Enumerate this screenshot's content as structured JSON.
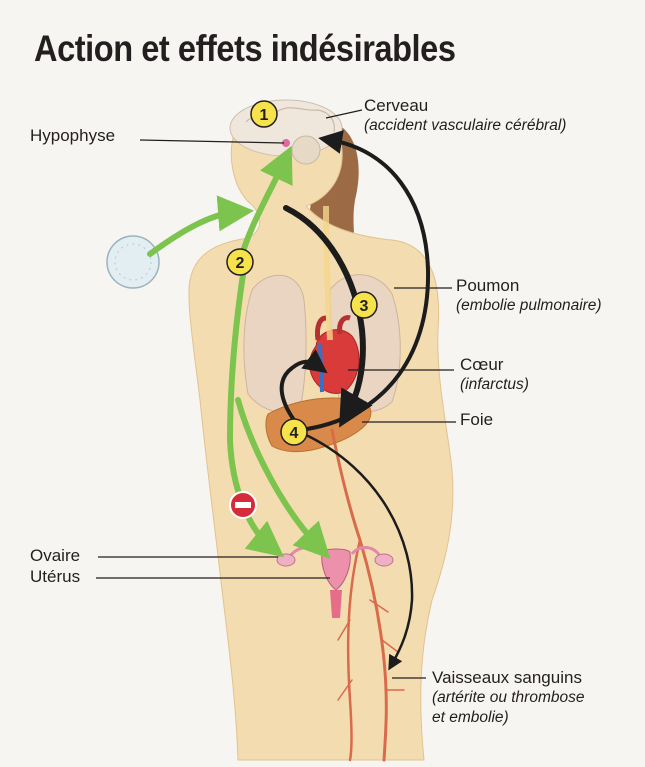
{
  "title": "Action et effets indésirables",
  "labels": {
    "cerveau": {
      "name": "Cerveau",
      "effect": "(accident vasculaire cérébral)"
    },
    "hypophyse": {
      "name": "Hypophyse"
    },
    "poumon": {
      "name": "Poumon",
      "effect": "(embolie pulmonaire)"
    },
    "coeur": {
      "name": "Cœur",
      "effect": "(infarctus)"
    },
    "foie": {
      "name": "Foie"
    },
    "ovaire": {
      "name": "Ovaire"
    },
    "uterus": {
      "name": "Utérus"
    },
    "vaisseaux": {
      "name": "Vaisseaux sanguins",
      "effect_line1": "(artérite ou thrombose",
      "effect_line2": "et embolie)"
    }
  },
  "markers": [
    "1",
    "2",
    "3",
    "4"
  ],
  "colors": {
    "background": "#f7f5f1",
    "skin": "#f3ddb0",
    "hair": "#9c6a45",
    "green_arrow": "#7cc44e",
    "black_arrow": "#1c1c1c",
    "marker_fill": "#f6e24a",
    "heart": "#d93b3b",
    "liver": "#d98a4a",
    "vessels": "#d96a4a",
    "inhibit": "#d62b3a"
  }
}
